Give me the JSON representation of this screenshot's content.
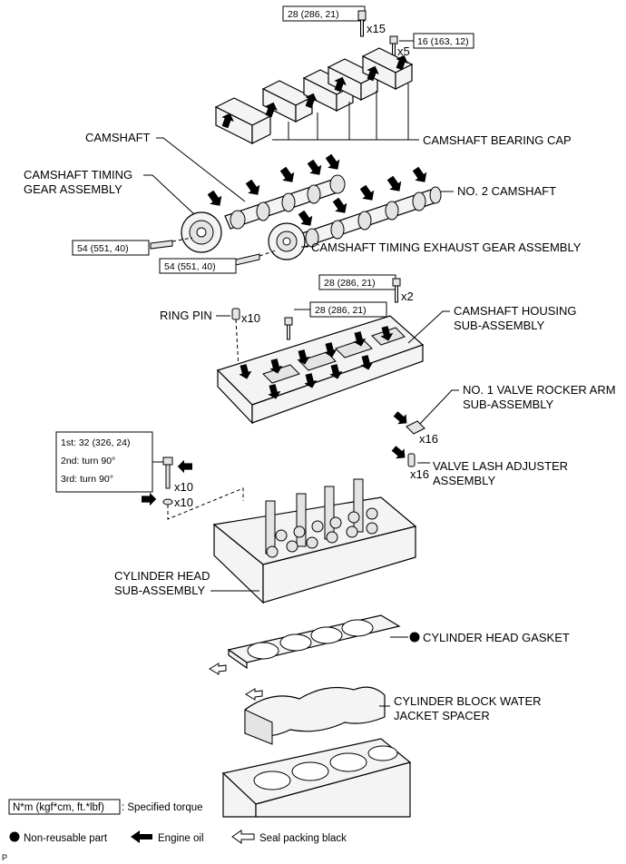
{
  "labels": {
    "camshaft": "CAMSHAFT",
    "camshaft_bearing_cap": "CAMSHAFT BEARING CAP",
    "timing_gear_line1": "CAMSHAFT TIMING",
    "timing_gear_line2": "GEAR ASSEMBLY",
    "no2_camshaft": "NO. 2 CAMSHAFT",
    "timing_exhaust": "CAMSHAFT TIMING EXHAUST GEAR ASSEMBLY",
    "ring_pin": "RING PIN",
    "housing_line1": "CAMSHAFT HOUSING",
    "housing_line2": "SUB-ASSEMBLY",
    "rocker_line1": "NO. 1 VALVE ROCKER ARM",
    "rocker_line2": "SUB-ASSEMBLY",
    "lash_line1": "VALVE LASH ADJUSTER",
    "lash_line2": "ASSEMBLY",
    "cyl_head_line1": "CYLINDER HEAD",
    "cyl_head_line2": "SUB-ASSEMBLY",
    "gasket": "CYLINDER HEAD GASKET",
    "spacer_line1": "CYLINDER BLOCK WATER",
    "spacer_line2": "JACKET SPACER"
  },
  "torques": {
    "bearing_cap_bolt": "28 (286, 21)",
    "small_bolt": "16 (163, 12)",
    "timing_gear_bolt": "54 (551, 40)",
    "exhaust_gear_bolt": "54 (551, 40)",
    "housing_bolt_a": "28 (286, 21)",
    "housing_bolt_b": "28 (286, 21)",
    "head_bolt_step1": "1st: 32 (326, 24)",
    "head_bolt_step2": "2nd: turn 90°",
    "head_bolt_step3": "3rd: turn 90°"
  },
  "quantities": {
    "x15": "x15",
    "x5": "x5",
    "x2": "x2",
    "x10_ring": "x10",
    "x16_rocker": "x16",
    "x16_lash": "x16",
    "x10_bolt": "x10",
    "x10_washer": "x10"
  },
  "legend": {
    "torque_unit": "N*m (kgf*cm, ft.*lbf)",
    "torque_desc": ": Specified torque",
    "non_reusable": "Non-reusable part",
    "engine_oil": "Engine oil",
    "seal_packing": "Seal packing black"
  },
  "footer": {
    "code": "P"
  }
}
